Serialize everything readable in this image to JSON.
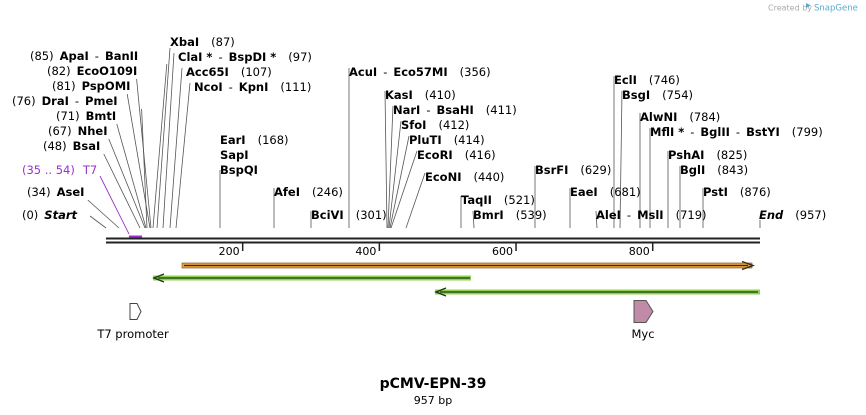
{
  "watermark": {
    "text": "Created by",
    "brand": "SnapGene"
  },
  "plasmid": {
    "name": "pCMV-EPN-39",
    "size_label": "957 bp",
    "length": 957
  },
  "ruler": {
    "ticks": [
      {
        "pos": 200,
        "label": "200"
      },
      {
        "pos": 400,
        "label": "400"
      },
      {
        "pos": 600,
        "label": "600"
      },
      {
        "pos": 800,
        "label": "800"
      }
    ]
  },
  "features": {
    "t7_promoter": {
      "label": "T7 promoter",
      "range_label": "(35 .. 54)",
      "name": "T7"
    },
    "myc": {
      "label": "Myc"
    }
  },
  "sites": [
    {
      "id": "start",
      "pos": 0,
      "anchor": 0,
      "num": "(0)",
      "names": [
        "Start"
      ],
      "style": "italic"
    },
    {
      "id": "asei",
      "pos": 34,
      "anchor": 34,
      "num": "(34)",
      "names": [
        "AseI"
      ]
    },
    {
      "id": "bsai",
      "pos": 48,
      "anchor": 48,
      "num": "(48)",
      "names": [
        "BsaI"
      ]
    },
    {
      "id": "nhei",
      "pos": 67,
      "anchor": 67,
      "num": "(67)",
      "names": [
        "NheI"
      ]
    },
    {
      "id": "bmti",
      "pos": 71,
      "anchor": 71,
      "num": "(71)",
      "names": [
        "BmtI"
      ]
    },
    {
      "id": "drai",
      "pos": 76,
      "anchor": 76,
      "num": "(76)",
      "names": [
        "DraI",
        "PmeI"
      ]
    },
    {
      "id": "pspomi",
      "pos": 81,
      "anchor": 81,
      "num": "(81)",
      "names": [
        "PspOMI"
      ]
    },
    {
      "id": "eco0109i",
      "pos": 82,
      "anchor": 82,
      "num": "(82)",
      "names": [
        "EcoO109I"
      ]
    },
    {
      "id": "apai",
      "pos": 85,
      "anchor": 85,
      "num": "(85)",
      "names": [
        "ApaI",
        "BanII"
      ]
    },
    {
      "id": "xbai",
      "pos": 87,
      "anchor": 87,
      "num": "(87)",
      "names": [
        "XbaI"
      ]
    },
    {
      "id": "clai",
      "pos": 97,
      "anchor": 97,
      "num": "(97)",
      "names": [
        "ClaI *",
        "BspDI *"
      ]
    },
    {
      "id": "acc65i",
      "pos": 107,
      "anchor": 107,
      "num": "(107)",
      "names": [
        "Acc65I"
      ]
    },
    {
      "id": "ncoi",
      "pos": 111,
      "anchor": 111,
      "num": "(111)",
      "names": [
        "NcoI",
        "KpnI"
      ]
    },
    {
      "id": "eari",
      "pos": 168,
      "anchor": 168,
      "num": "(168)",
      "names": [
        "EarI",
        "SapI",
        "BspQI"
      ]
    },
    {
      "id": "afei",
      "pos": 246,
      "anchor": 246,
      "num": "(246)",
      "names": [
        "AfeI"
      ]
    },
    {
      "id": "bcivi",
      "pos": 301,
      "anchor": 301,
      "num": "(301)",
      "names": [
        "BciVI"
      ]
    },
    {
      "id": "acui",
      "pos": 356,
      "anchor": 356,
      "num": "(356)",
      "names": [
        "AcuI",
        "Eco57MI"
      ]
    },
    {
      "id": "kasi",
      "pos": 410,
      "anchor": 410,
      "num": "(410)",
      "names": [
        "KasI"
      ]
    },
    {
      "id": "nari",
      "pos": 411,
      "anchor": 411,
      "num": "(411)",
      "names": [
        "NarI",
        "BsaHI"
      ]
    },
    {
      "id": "sfoi",
      "pos": 412,
      "anchor": 412,
      "num": "(412)",
      "names": [
        "SfoI"
      ]
    },
    {
      "id": "pluti",
      "pos": 414,
      "anchor": 414,
      "num": "(414)",
      "names": [
        "PluTI"
      ]
    },
    {
      "id": "ecori",
      "pos": 416,
      "anchor": 416,
      "num": "(416)",
      "names": [
        "EcoRI"
      ]
    },
    {
      "id": "econi",
      "pos": 440,
      "anchor": 440,
      "num": "(440)",
      "names": [
        "EcoNI"
      ]
    },
    {
      "id": "taqii",
      "pos": 521,
      "anchor": 521,
      "num": "(521)",
      "names": [
        "TaqII"
      ]
    },
    {
      "id": "bmri",
      "pos": 539,
      "anchor": 539,
      "num": "(539)",
      "names": [
        "BmrI"
      ]
    },
    {
      "id": "bsrfi",
      "pos": 629,
      "anchor": 629,
      "num": "(629)",
      "names": [
        "BsrFI"
      ]
    },
    {
      "id": "eaei",
      "pos": 681,
      "anchor": 681,
      "num": "(681)",
      "names": [
        "EaeI"
      ]
    },
    {
      "id": "alei",
      "pos": 719,
      "anchor": 719,
      "num": "(719)",
      "names": [
        "AleI",
        "MslI"
      ]
    },
    {
      "id": "ecli",
      "pos": 746,
      "anchor": 746,
      "num": "(746)",
      "names": [
        "EclI"
      ]
    },
    {
      "id": "bsgi",
      "pos": 754,
      "anchor": 754,
      "num": "(754)",
      "names": [
        "BsgI"
      ]
    },
    {
      "id": "alwni",
      "pos": 784,
      "anchor": 784,
      "num": "(784)",
      "names": [
        "AlwNI"
      ]
    },
    {
      "id": "mlfi",
      "pos": 799,
      "anchor": 799,
      "num": "(799)",
      "names": [
        "MflI *",
        "BglII",
        "BstYI"
      ]
    },
    {
      "id": "pshai",
      "pos": 825,
      "anchor": 825,
      "num": "(825)",
      "names": [
        "PshAI"
      ]
    },
    {
      "id": "bgli",
      "pos": 843,
      "anchor": 843,
      "num": "(843)",
      "names": [
        "BglI"
      ]
    },
    {
      "id": "psti",
      "pos": 876,
      "anchor": 876,
      "num": "(876)",
      "names": [
        "PstI"
      ]
    },
    {
      "id": "end",
      "pos": 957,
      "anchor": 957,
      "num": "(957)",
      "names": [
        "End"
      ],
      "style": "italic"
    }
  ],
  "colors": {
    "orange": "#e8a33a",
    "green": "#8fd14f",
    "purple": "#9933cc",
    "arrow_pink": "#c08aa8"
  }
}
